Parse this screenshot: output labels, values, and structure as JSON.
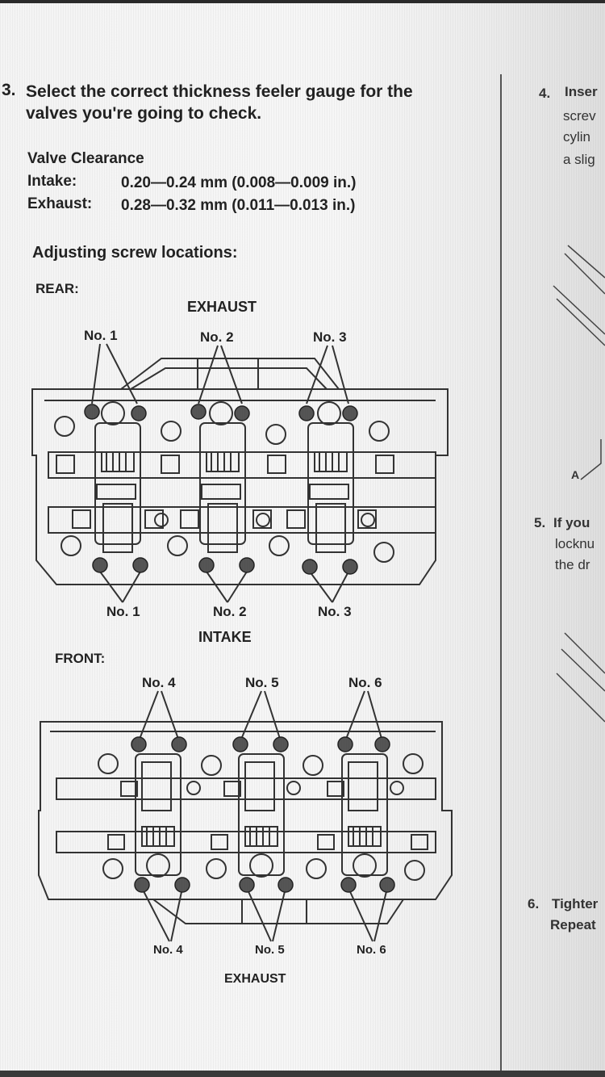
{
  "step3": {
    "number": "3.",
    "line1": "Select the correct thickness feeler gauge for the",
    "line2": "valves you're going to check."
  },
  "clearance": {
    "heading": "Valve Clearance",
    "intake_label": "Intake:",
    "intake_value": "0.20—0.24 mm (0.008—0.009 in.)",
    "exhaust_label": "Exhaust:",
    "exhaust_value": "0.28—0.32 mm (0.011—0.013 in.)"
  },
  "adjusting_heading": "Adjusting screw locations:",
  "rear": {
    "label": "REAR:",
    "top_side": "EXHAUST",
    "bottom_side": "INTAKE",
    "top_callouts": [
      "No. 1",
      "No. 2",
      "No. 3"
    ],
    "bottom_callouts": [
      "No. 1",
      "No. 2",
      "No. 3"
    ]
  },
  "front": {
    "label": "FRONT:",
    "top_callouts": [
      "No. 4",
      "No. 5",
      "No. 6"
    ],
    "bottom_callouts": [
      "No. 4",
      "No. 5",
      "No. 6"
    ],
    "bottom_side": "EXHAUST"
  },
  "right_column": {
    "step4": {
      "number": "4.",
      "lines": [
        "Inser",
        "screv",
        "cylin",
        "a slig"
      ]
    },
    "figure_label": "A",
    "step5": {
      "number": "5.",
      "lines": [
        "If you",
        "locknu",
        "the dr"
      ]
    },
    "step6": {
      "number": "6.",
      "lines": [
        "Tighter",
        "Repeat"
      ]
    }
  }
}
